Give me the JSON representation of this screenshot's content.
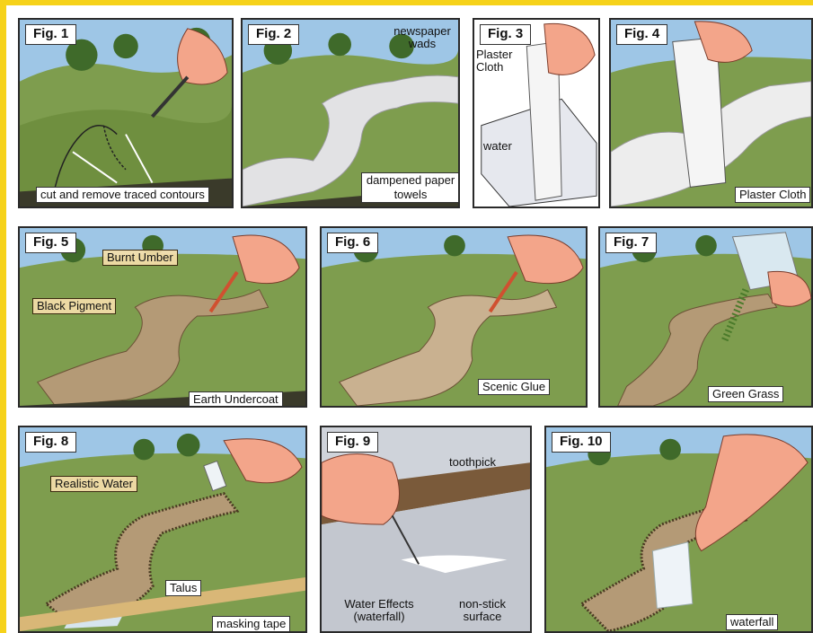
{
  "colors": {
    "frame": "#f6d21a",
    "grass": "#8fae63",
    "water": "#d8dbe2",
    "earth": "#b49a76"
  },
  "figures": [
    {
      "label": "Fig. 1",
      "captions": [
        "cut and remove traced contours"
      ]
    },
    {
      "label": "Fig. 2",
      "captions": [
        "newspaper wads",
        "dampened paper towels"
      ]
    },
    {
      "label": "Fig. 3",
      "captions": [
        "Plaster Cloth",
        "water"
      ]
    },
    {
      "label": "Fig. 4",
      "captions": [
        "Plaster Cloth"
      ]
    },
    {
      "label": "Fig. 5",
      "captions": [
        "Burnt Umber",
        "Black Pigment",
        "Earth Undercoat"
      ]
    },
    {
      "label": "Fig. 6",
      "captions": [
        "Scenic Glue"
      ]
    },
    {
      "label": "Fig. 7",
      "captions": [
        "Green Grass"
      ]
    },
    {
      "label": "Fig. 8",
      "captions": [
        "Realistic Water",
        "Talus",
        "masking tape"
      ]
    },
    {
      "label": "Fig. 9",
      "captions": [
        "toothpick",
        "Water Effects (waterfall)",
        "non-stick surface"
      ]
    },
    {
      "label": "Fig. 10",
      "captions": [
        "waterfall"
      ]
    }
  ]
}
